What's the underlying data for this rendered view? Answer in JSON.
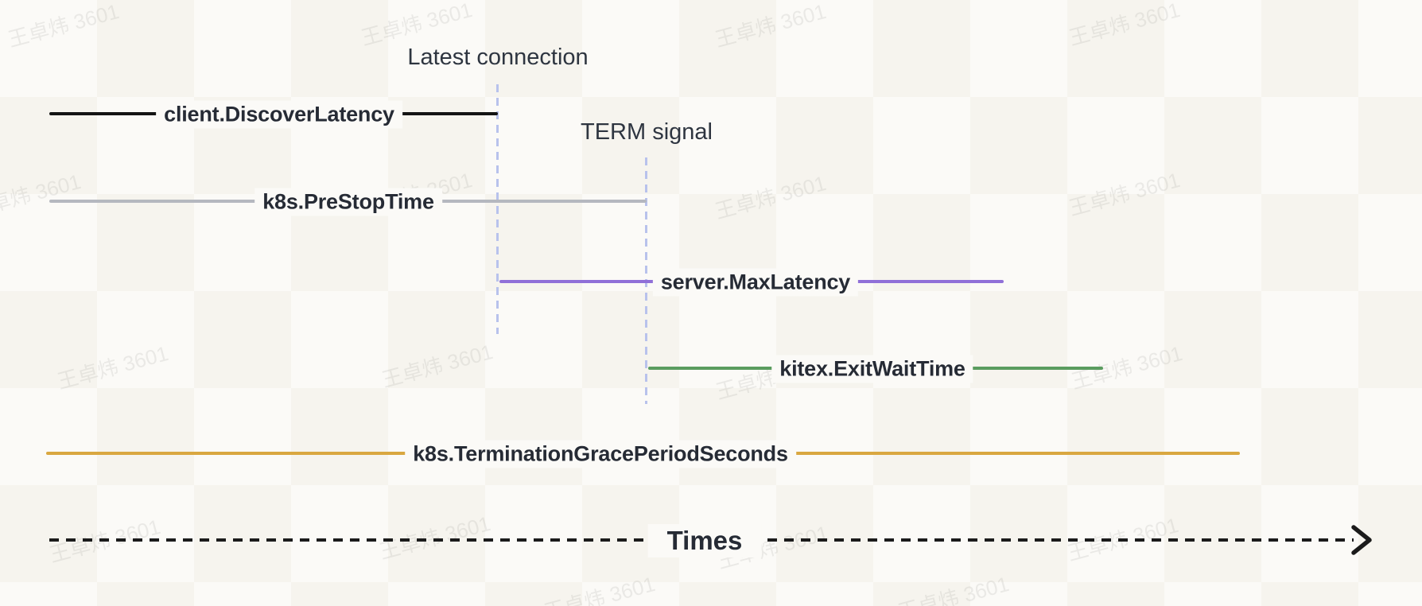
{
  "diagram": {
    "title_hint": "service graceful-shutdown timing diagram",
    "watermark_text": "王卓炜 3601",
    "markers": [
      {
        "id": "latest-connection",
        "label": "Latest connection"
      },
      {
        "id": "term-signal",
        "label": "TERM signal"
      }
    ],
    "spans": [
      {
        "id": "client-discover-latency",
        "label": "client.DiscoverLatency",
        "color": "#141414"
      },
      {
        "id": "k8s-prestop-time",
        "label": "k8s.PreStopTime",
        "color": "#b5b8bf"
      },
      {
        "id": "server-max-latency",
        "label": "server.MaxLatency",
        "color": "#9070d8"
      },
      {
        "id": "kitex-exit-wait-time",
        "label": "kitex.ExitWaitTime",
        "color": "#5a9c5f"
      },
      {
        "id": "k8s-termination-grace-period-seconds",
        "label": "k8s.TerminationGracePeriodSeconds",
        "color": "#d9a740"
      }
    ],
    "axis": {
      "label": "Times",
      "color": "#1b1b1b"
    },
    "accent_colors": {
      "guide_dash": "#b8c2ec",
      "label_text": "#262b35",
      "background": "#fbfaf7"
    }
  }
}
